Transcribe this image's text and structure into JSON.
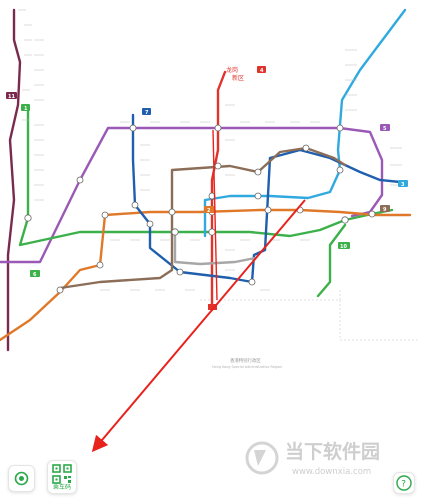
{
  "badges": {
    "line1": "1",
    "line2": "2",
    "line3": "3",
    "line4": "4",
    "line5": "5",
    "line6": "6",
    "line7": "7",
    "line9": "9",
    "line10": "10",
    "line11": "11"
  },
  "callouts": {
    "top_red_left": "龙岗",
    "top_red_right": "新区"
  },
  "zone": {
    "label_cn": "香港特别行政区",
    "label_en": "Hong Kong Special Administrative Region"
  },
  "watermark": {
    "cn": "当下软件园",
    "en": "www.downxia.com"
  },
  "controls": {
    "qr_label": "乘车码"
  },
  "colors": {
    "line1": "#3cb04a",
    "line2": "#e0782a",
    "line3": "#30a9de",
    "line4": "#e0332b",
    "line5": "#9b59b6",
    "line7": "#1f5fad",
    "line9": "#8c6e58",
    "line11": "#7a2a4e",
    "annotation_arrow": "#e8231e",
    "accent_green": "#2ba84a"
  },
  "icons": {
    "locate": "locate-icon",
    "qr": "qr-code-icon",
    "help": "help-icon",
    "watermark": "watermark-logo-icon"
  }
}
